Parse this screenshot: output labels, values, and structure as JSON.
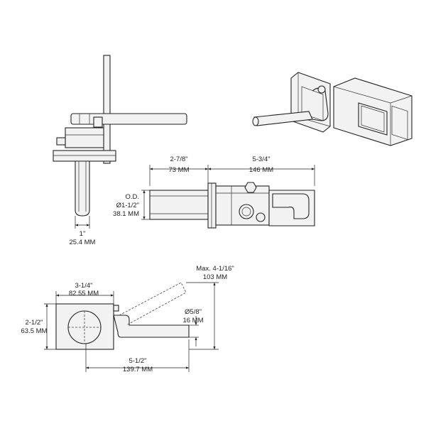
{
  "dimensions": {
    "bar_dia_in": "1\"",
    "bar_dia_mm": "25.4 MM",
    "tube_len_in": "2-7/8\"",
    "tube_len_mm": "73 MM",
    "body_len_in": "5-3/4\"",
    "body_len_mm": "146 MM",
    "od_label": "O.D.",
    "od_in": "Ø1-1/2\"",
    "od_mm": "38.1 MM",
    "plate_width_in": "3-1/4\"",
    "plate_width_mm": "82.55 MM",
    "plate_height_in": "2-1/2\"",
    "plate_height_mm": "63.5 MM",
    "max_label": "Max. 4-1/16\"",
    "max_mm": "103 MM",
    "pin_dia_in": "Ø5/8\"",
    "pin_dia_mm": "16 MM",
    "total_len_in": "5-1/2\"",
    "total_len_mm": "139.7 MM"
  }
}
